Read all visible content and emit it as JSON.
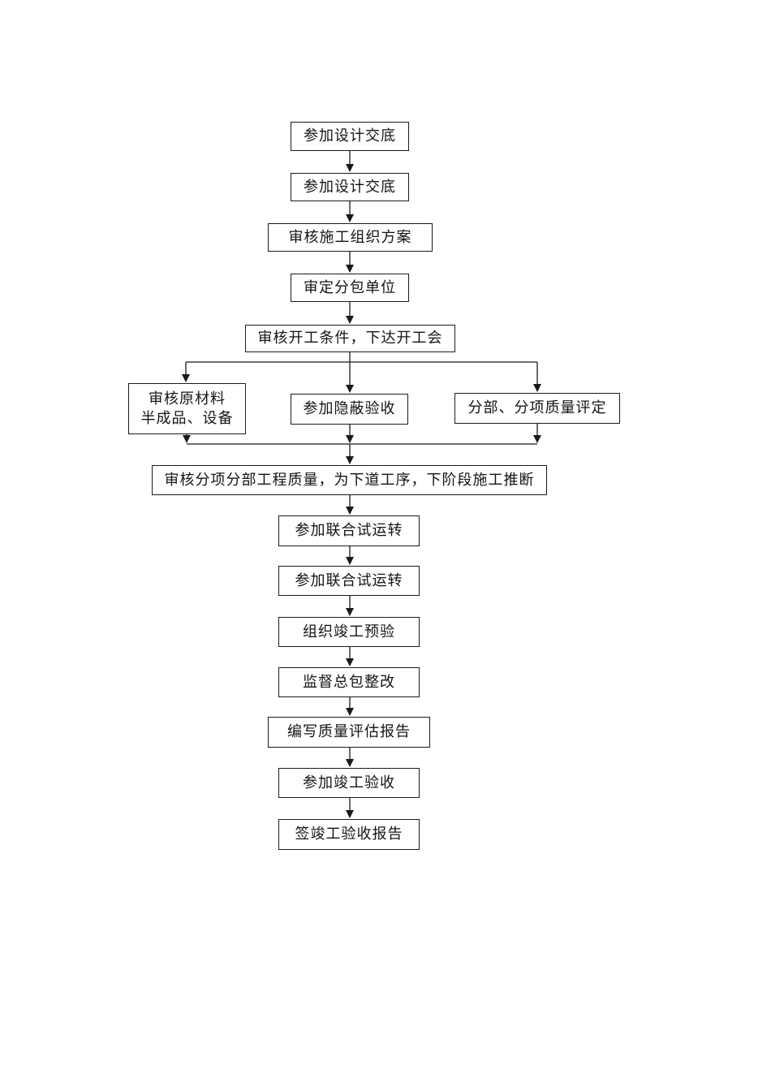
{
  "page": {
    "background_color": "#ffffff"
  },
  "flowchart": {
    "box_border_color": "#1a1a1a",
    "box_fill_color": "#ffffff",
    "connector_color": "#1a1a1a",
    "nodes": [
      {
        "id": "n1",
        "label": "参加设计交底"
      },
      {
        "id": "n2",
        "label": "参加设计交底"
      },
      {
        "id": "n3",
        "label": "审核施工组织方案"
      },
      {
        "id": "n4",
        "label": "审定分包单位"
      },
      {
        "id": "n5",
        "label": "审核开工条件，下达开工会"
      },
      {
        "id": "n6",
        "label": "审核原材料 半成品、设备",
        "lines": [
          "审核原材料",
          "半成品、设备"
        ]
      },
      {
        "id": "n7",
        "label": "参加隐蔽验收"
      },
      {
        "id": "n8",
        "label": "分部、分项质量评定"
      },
      {
        "id": "n9",
        "label": "审核分项分部工程质量，为下道工序，下阶段施工推断"
      },
      {
        "id": "n10",
        "label": "参加联合试运转"
      },
      {
        "id": "n11",
        "label": "参加联合试运转"
      },
      {
        "id": "n12",
        "label": "组织竣工预验"
      },
      {
        "id": "n13",
        "label": "监督总包整改"
      },
      {
        "id": "n14",
        "label": "编写质量评估报告"
      },
      {
        "id": "n15",
        "label": "参加竣工验收"
      },
      {
        "id": "n16",
        "label": "签竣工验收报告"
      }
    ],
    "edges": [
      {
        "from": "n1",
        "to": "n2"
      },
      {
        "from": "n2",
        "to": "n3"
      },
      {
        "from": "n3",
        "to": "n4"
      },
      {
        "from": "n4",
        "to": "n5"
      },
      {
        "from": "n5",
        "to": "n6"
      },
      {
        "from": "n5",
        "to": "n7"
      },
      {
        "from": "n5",
        "to": "n8"
      },
      {
        "from": "n6",
        "to": "n9"
      },
      {
        "from": "n7",
        "to": "n9"
      },
      {
        "from": "n8",
        "to": "n9"
      },
      {
        "from": "n9",
        "to": "n10"
      },
      {
        "from": "n10",
        "to": "n11"
      },
      {
        "from": "n11",
        "to": "n12"
      },
      {
        "from": "n12",
        "to": "n13"
      },
      {
        "from": "n13",
        "to": "n14"
      },
      {
        "from": "n14",
        "to": "n15"
      },
      {
        "from": "n15",
        "to": "n16"
      }
    ]
  }
}
